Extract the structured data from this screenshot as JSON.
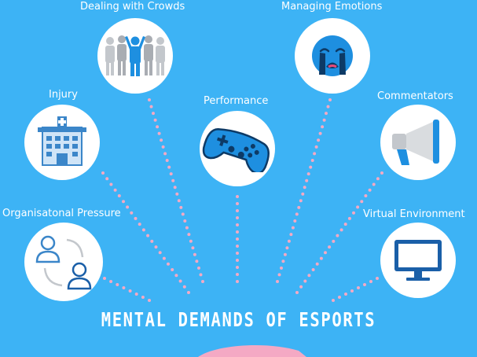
{
  "title": "MENTAL DEMANDS OF ESPORTS",
  "nodes": [
    {
      "id": "dealing-with-crowds",
      "label": "Dealing with Crowds",
      "icon": "crowd-icon"
    },
    {
      "id": "managing-emotions",
      "label": "Managing Emotions",
      "icon": "crying-face-icon"
    },
    {
      "id": "injury",
      "label": "Injury",
      "icon": "hospital-icon"
    },
    {
      "id": "performance",
      "label": "Performance",
      "icon": "gamepad-icon"
    },
    {
      "id": "commentators",
      "label": "Commentators",
      "icon": "megaphone-icon"
    },
    {
      "id": "organisational-pressure",
      "label": "Organisatonal Pressure",
      "icon": "users-exchange-icon"
    },
    {
      "id": "virtual-environment",
      "label": "Virtual Environment",
      "icon": "monitor-icon"
    }
  ],
  "colors": {
    "background": "#3db3f5",
    "circle": "#ffffff",
    "dots": "#f4a9c4",
    "accent_blue": "#1e8fe0",
    "icon_gray": "#bfc3c9",
    "blob": "#f4a9c4"
  }
}
